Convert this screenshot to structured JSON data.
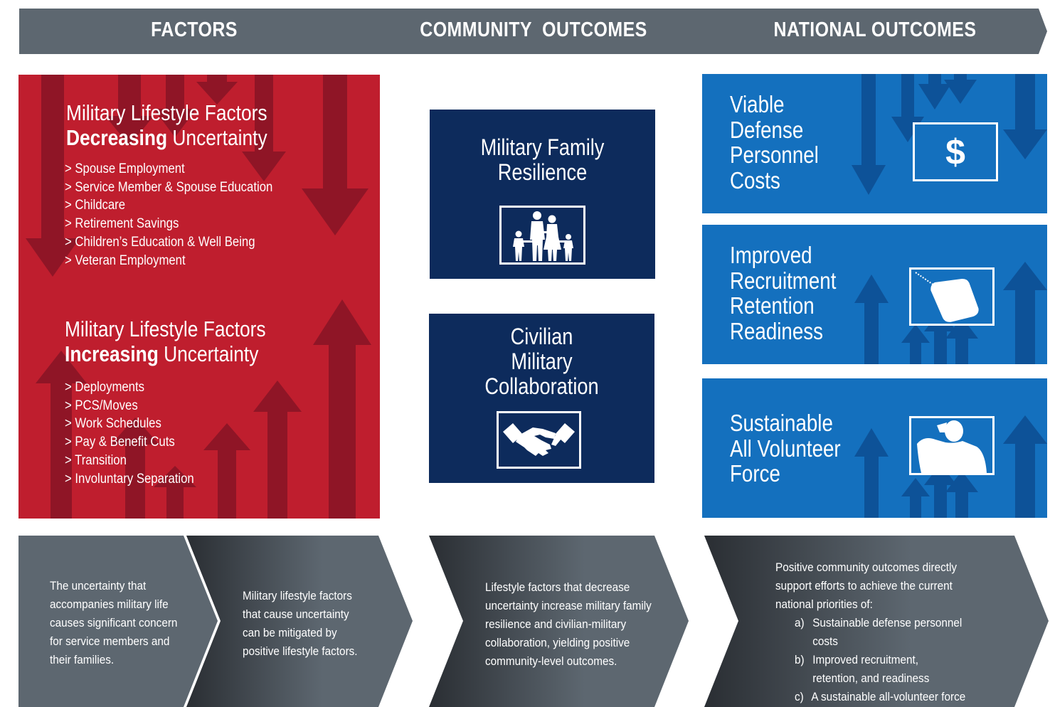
{
  "header": {
    "factors": "FACTORS",
    "community": "COMMUNITY  OUTCOMES",
    "national": "NATIONAL OUTCOMES"
  },
  "factors": {
    "decreasing": {
      "title_line1": "Military Lifestyle Factors",
      "title_bold": "Decreasing",
      "title_rest": " Uncertainty",
      "items": [
        "> Spouse Employment",
        "> Service Member & Spouse Education",
        "> Childcare",
        "> Retirement Savings",
        "> Children’s Education & Well Being",
        "> Veteran Employment"
      ]
    },
    "increasing": {
      "title_line1": "Military Lifestyle Factors",
      "title_bold": "Increasing",
      "title_rest": " Uncertainty",
      "items": [
        "> Deployments",
        "> PCS/Moves",
        "> Work Schedules",
        "> Pay & Benefit Cuts",
        "> Transition",
        "> Involuntary Separation"
      ]
    }
  },
  "community": {
    "box1": {
      "line1": "Military Family",
      "line2": "Resilience",
      "icon": "family-icon"
    },
    "box2": {
      "line1": "Civilian",
      "line2": "Military",
      "line3": "Collaboration",
      "icon": "handshake-icon"
    }
  },
  "national": {
    "box1": {
      "lines": [
        "Viable",
        "Defense",
        "Personnel",
        "Costs"
      ],
      "icon": "dollar-icon",
      "icon_text": "$"
    },
    "box2": {
      "lines": [
        "Improved",
        "Recruitment",
        "Retention",
        "Readiness"
      ],
      "icon": "dog-tag-icon"
    },
    "box3": {
      "lines": [
        "Sustainable",
        "All Volunteer",
        "Force"
      ],
      "icon": "saluting-soldier-icon"
    }
  },
  "bottom": {
    "text1": "The uncertainty that accompanies military life causes significant concern for service members and their families.",
    "text2": "Military lifestyle factors that cause uncertainty can be mitigated by positive lifestyle factors.",
    "text3": "Lifestyle factors that decrease uncertainty increase military family resilience and civilian-military collaboration, yielding positive community-level outcomes.",
    "text4_intro": "Positive community outcomes directly support efforts to achieve the current national priorities of:",
    "priorities": [
      {
        "marker": "a)",
        "text": "Sustainable defense personnel costs"
      },
      {
        "marker": "b)",
        "text": "Improved recruitment, retention, and readiness"
      },
      {
        "marker": "c)",
        "text": "A sustainable all-volunteer force"
      }
    ]
  },
  "colors": {
    "header_bg": "#5d6770",
    "factors_red": "#bf1e2e",
    "arrow_red": "#8f1526",
    "navy": "#0d2b5c",
    "blue": "#1470be",
    "arrow_blue": "#0d5298",
    "chevron_gray": "#5d6770"
  }
}
